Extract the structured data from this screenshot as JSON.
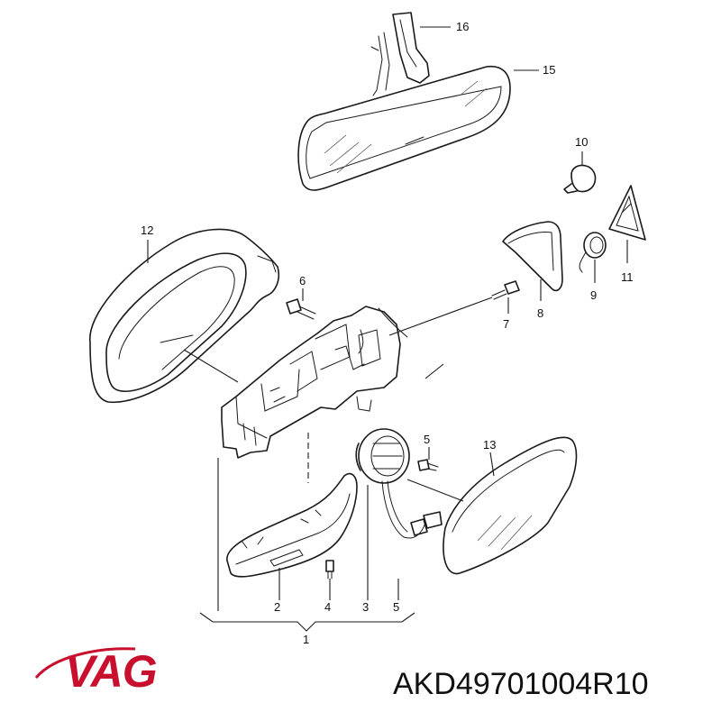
{
  "diagram": {
    "callouts": {
      "c1": "1",
      "c2": "2",
      "c3": "3",
      "c4": "4",
      "c5a": "5",
      "c5b": "5",
      "c6": "6",
      "c7": "7",
      "c8": "8",
      "c9": "9",
      "c10": "10",
      "c11": "11",
      "c12": "12",
      "c13": "13",
      "c15": "15",
      "c16": "16"
    }
  },
  "footer": {
    "logo_text": "VAG",
    "logo_color": "#c8102e",
    "part_number": "AKD49701004R10"
  }
}
